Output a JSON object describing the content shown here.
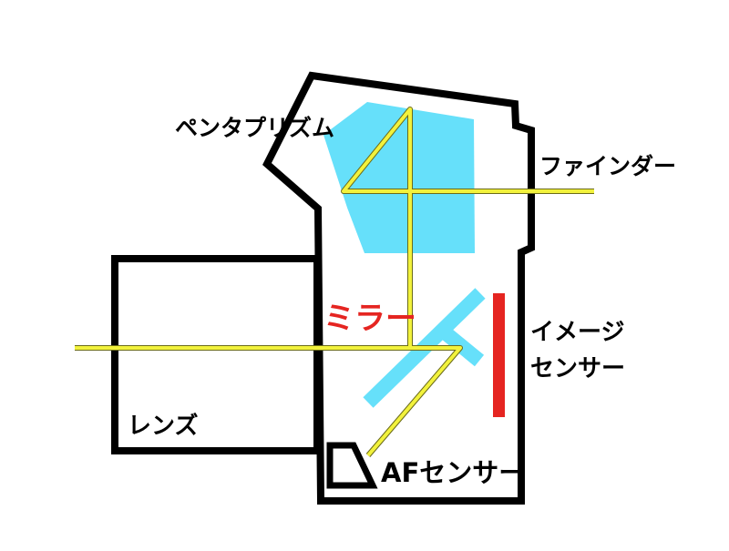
{
  "labels": {
    "pentaprism": "ペンタプリズム",
    "finder": "ファインダー",
    "mirror": "ミラー",
    "image_sensor_line1": "イメージ",
    "image_sensor_line2": "センサー",
    "lens": "レンズ",
    "af_sensor": "AFセンサー"
  },
  "colors": {
    "outline": "#000000",
    "prism_fill": "#66e0fa",
    "mirror": "#66e0fa",
    "light_path": "#f2f23c",
    "image_sensor": "#e52521",
    "mirror_label": "#e52521"
  }
}
